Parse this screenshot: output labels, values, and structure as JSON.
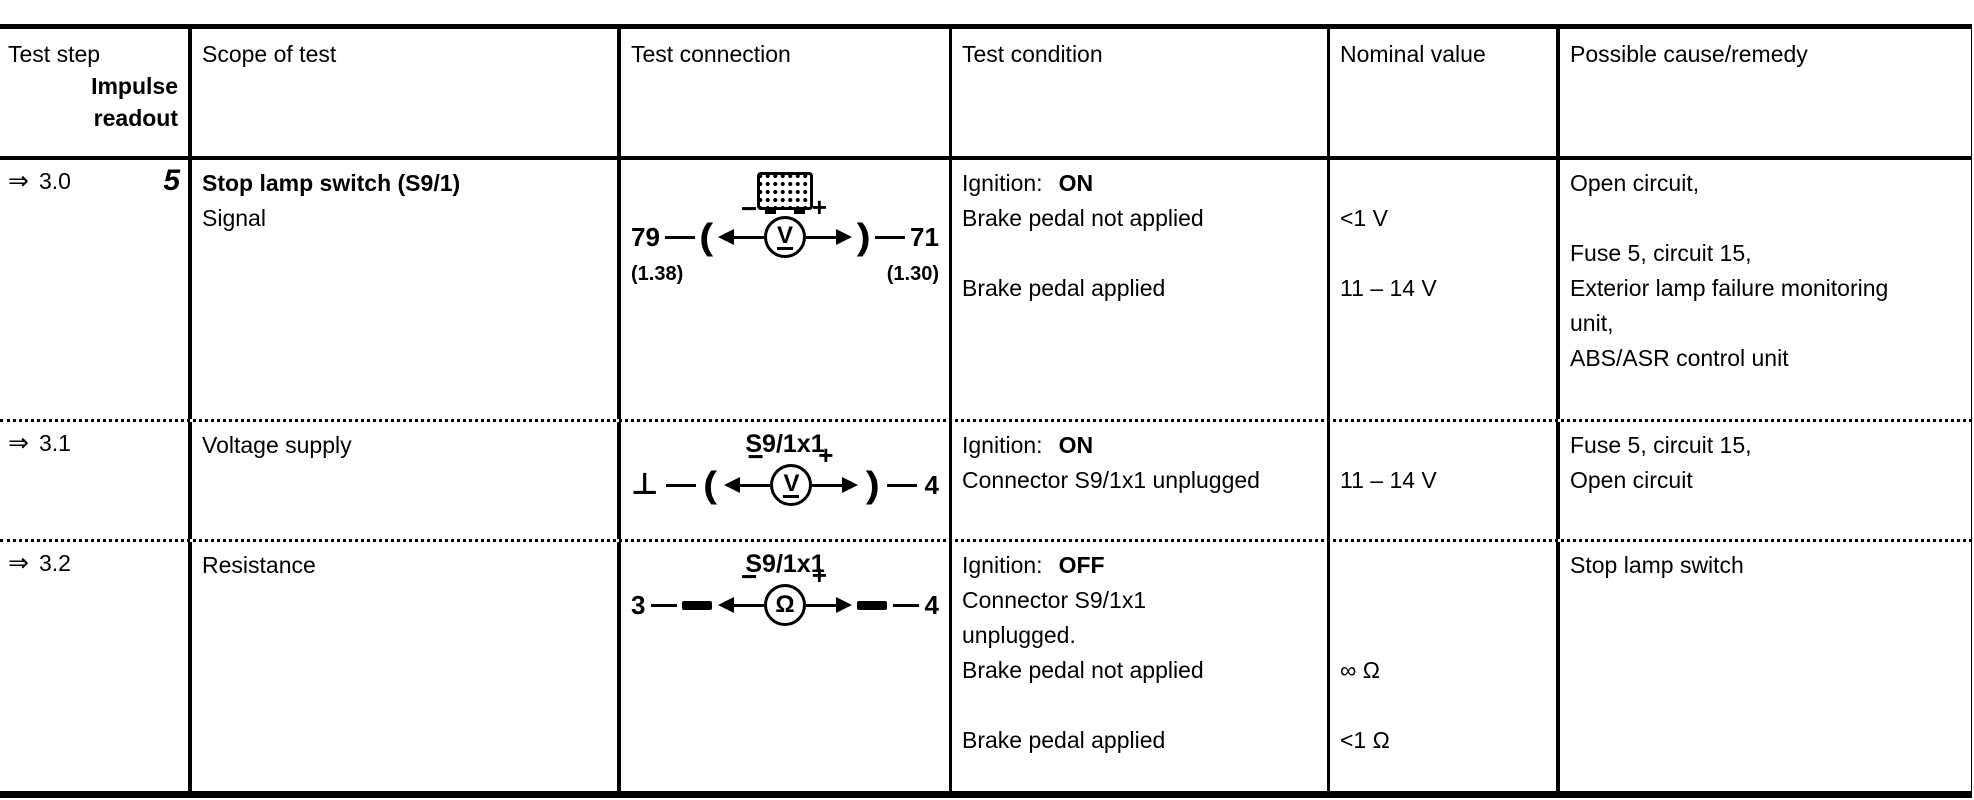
{
  "table": {
    "headers": {
      "test_step": "Test step",
      "impulse_line1": "Impulse",
      "impulse_line2": "readout",
      "scope": "Scope of test",
      "connection": "Test connection",
      "condition": "Test condition",
      "nominal": "Nominal value",
      "remedy": "Possible cause/remedy"
    },
    "icons": {
      "step_arrow": "⇒",
      "ground_symbol": "⊥",
      "infinity": "∞",
      "voltmeter": "V",
      "ohmmeter": "Ω",
      "minus": "−",
      "plus": "+"
    },
    "rows": [
      {
        "step_arrow": "⇒",
        "step": "3.0",
        "impulse": "5",
        "scope_title": "Stop lamp switch (S9/1)",
        "scope_subtitle": "Signal",
        "connection": {
          "device_icon": "impulse-counter-icon",
          "label": "",
          "left_pin": "79",
          "left_ref": "(1.38)",
          "right_pin": "71",
          "right_ref": "(1.30)",
          "meter": "V",
          "minus": "−",
          "plus": "+"
        },
        "conditions": [
          {
            "t": "Ignition:",
            "b": "ON"
          },
          {
            "t": "Brake pedal not applied",
            "b": ""
          },
          {
            "t": "",
            "b": ""
          },
          {
            "t": "Brake pedal applied",
            "b": ""
          }
        ],
        "nominal_lines": [
          "",
          "<1 V",
          "",
          "11 – 14 V"
        ],
        "remedy_lines": [
          "Open circuit,",
          "",
          "Fuse 5, circuit 15,",
          "Exterior lamp failure monitoring",
          "unit,",
          "ABS/ASR control unit"
        ]
      },
      {
        "step_arrow": "⇒",
        "step": "3.1",
        "impulse": "",
        "scope_title": "Voltage supply",
        "scope_subtitle": "",
        "connection": {
          "label": "S9/1x1",
          "left_pin": "⊥",
          "left_ref": "",
          "right_pin": "4",
          "right_ref": "",
          "meter": "V",
          "minus": "−",
          "plus": "+"
        },
        "conditions": [
          {
            "t": "Ignition:",
            "b": "ON"
          },
          {
            "t": "Connector S9/1x1 unplugged",
            "b": ""
          }
        ],
        "nominal_lines": [
          "",
          "11 – 14 V"
        ],
        "remedy_lines": [
          "Fuse 5, circuit 15,",
          "Open circuit"
        ]
      },
      {
        "step_arrow": "⇒",
        "step": "3.2",
        "impulse": "",
        "scope_title": "Resistance",
        "scope_subtitle": "",
        "connection": {
          "label": "S9/1x1",
          "left_pin": "3",
          "left_ref": "",
          "right_pin": "4",
          "right_ref": "",
          "meter": "Ω",
          "minus": "−",
          "plus": "+"
        },
        "conditions": [
          {
            "t": "Ignition:",
            "b": "OFF"
          },
          {
            "t": "Connector S9/1x1",
            "b": ""
          },
          {
            "t": "unplugged.",
            "b": ""
          },
          {
            "t": "Brake pedal not applied",
            "b": ""
          },
          {
            "t": "",
            "b": ""
          },
          {
            "t": "Brake pedal applied",
            "b": ""
          }
        ],
        "nominal_lines": [
          "",
          "",
          "",
          "∞ Ω",
          "",
          "<1 Ω"
        ],
        "remedy_lines": [
          "Stop lamp switch"
        ]
      }
    ]
  }
}
